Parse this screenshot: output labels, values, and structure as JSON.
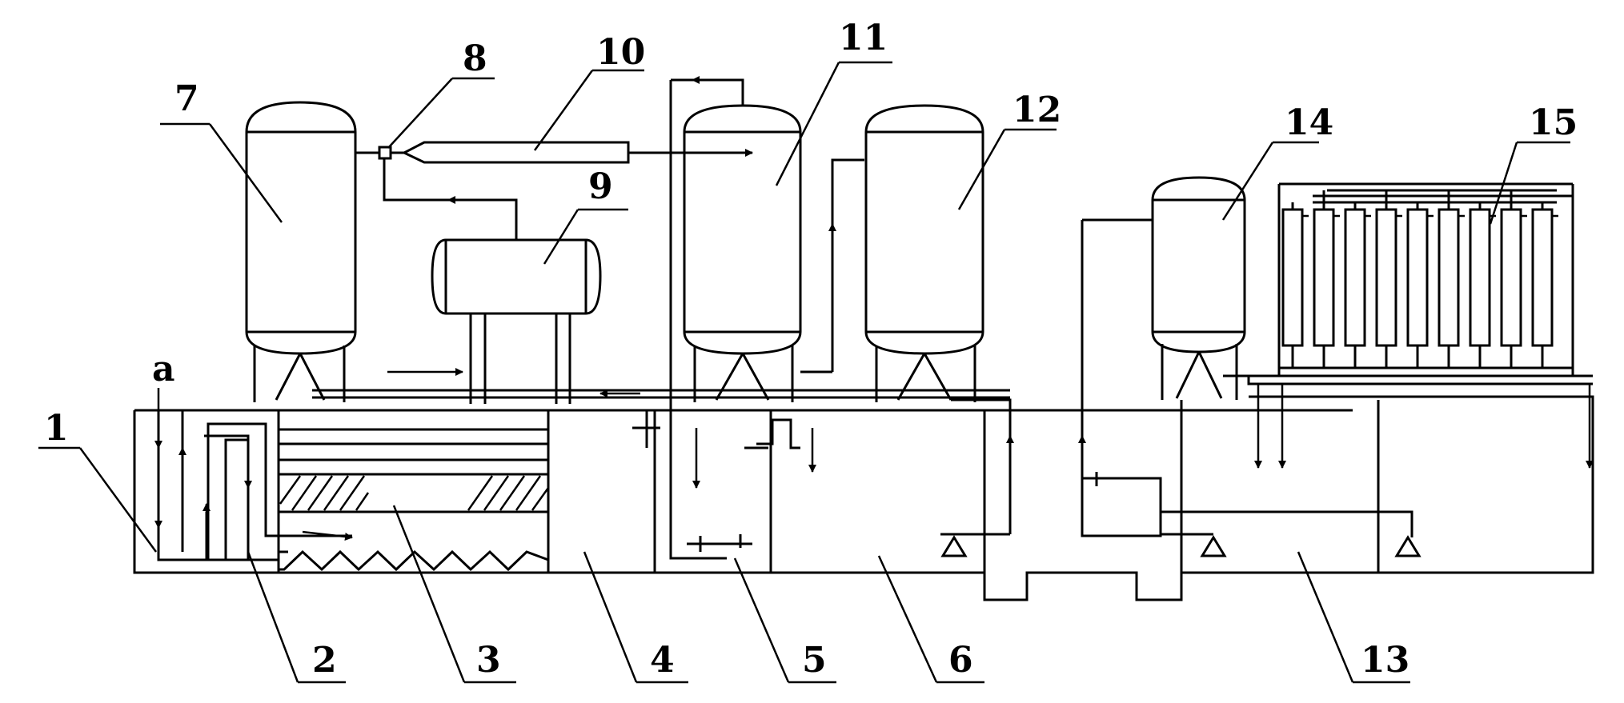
{
  "labels": {
    "n1": "1",
    "n2": "2",
    "n3": "3",
    "n4": "4",
    "n5": "5",
    "n6": "6",
    "n7": "7",
    "n8": "8",
    "n9": "9",
    "n10": "10",
    "n11": "11",
    "n12": "12",
    "n13": "13",
    "n14": "14",
    "n15": "15",
    "a": "a"
  }
}
